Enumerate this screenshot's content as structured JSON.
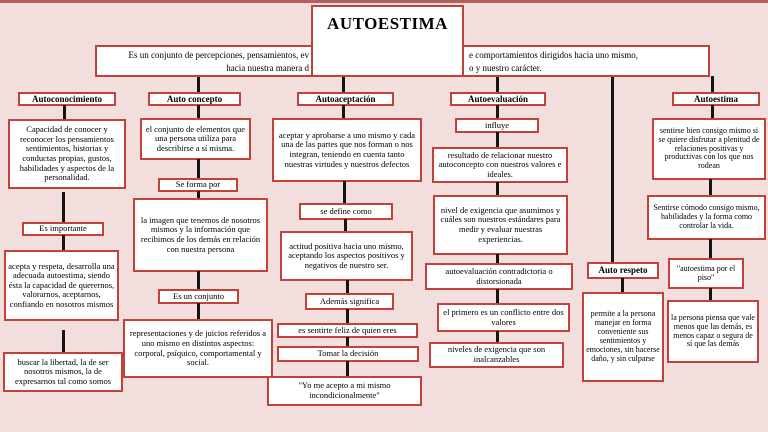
{
  "theme": {
    "background_color": "#f3dede",
    "box_border_color": "#c2413b",
    "top_bar_color": "#b4605c",
    "connector_color": "#141414",
    "box_fill_color": "#ffffff"
  },
  "title": "AUTOESTIMA",
  "definition": {
    "l1_left": "Es un conjunto de percepciones, pensamientos, ev",
    "l1_right": "e comportamientos dirigidos hacia uno mismo,",
    "l2_left": "hacia nuestra manera d",
    "l2_right": "o y nuestro carácter."
  },
  "col_autoconocimiento": {
    "header": "Autoconocimiento",
    "body1": "Capacidad de conocer y reconocer los pensamientos sentimientos, historias y conductas propias, gustos, habilidades y aspectos de la personalidad.",
    "subheader1": "Es importante",
    "body2": "acepta y respeta, desarrolla una adecuada autoestima, siendo ésta la capacidad de querernos, valorarnos, aceptarnos, confiando en nosotros mismos",
    "body3": "buscar la libertad, la de ser nosotros mismos, la de expresarnos tal como somos"
  },
  "col_autoconcepto": {
    "header": "Auto concepto",
    "body1": "el conjunto de elementos que una persona utiliza para describirse a sí misma.",
    "subheader1": "Se forma por",
    "body2": "la imagen que tenemos de nosotros mismos y la información que recibimos de los demás en relación con nuestra persona",
    "subheader2": "Es un conjunto",
    "body3": "representaciones y de juicios referidos a uno mismo en distintos aspectos: corporal, psíquico, comportamental y social."
  },
  "col_autoaceptacion": {
    "header": "Autoaceptación",
    "body1": "aceptar y aprobarse a uno mismo y cada una de las partes que nos forman o nos integran, teniendo en cuenta tanto nuestras virtudes y nuestros defectos",
    "subheader1": "se define como",
    "body2": "actitud positiva hacia uno mismo, aceptando los aspectos positivos y negativos de nuestro ser.",
    "subheader2": "Además significa",
    "body3": "es sentirte feliz de quien eres",
    "subheader3": "Tomar la decisión",
    "body4": "\"Yo me acepto a mi mismo incondicionalmente\""
  },
  "col_autoevaluacion": {
    "header": "Autoevaluación",
    "subheader1": "influye",
    "body1": "resultado de relacionar nuestro autoconcepto con nuestros valores e ideales.",
    "body2": "nivel de exigencia que asumimos y cuáles son nuestros estándares para medir y evaluar  nuestras experiencias.",
    "body3": "autoevaluación contradictoria o distorsionada",
    "body4": "el primero es un conflicto entre dos valores",
    "body5": "niveles de exigencia que son inalcanzables"
  },
  "col_autorespeto": {
    "header": "Auto respeto",
    "body1": "permite a la persona  manejar en forma conveniente sus sentimientos y emociones, sin hacerse daño, y sin culparse"
  },
  "col_autoestima": {
    "header": "Autoestima",
    "body1": "sentirse bien consigo mismo si se quiere disfrutar a plenitud de  relaciones positivas y productivas con los que nos rodean",
    "body2": "Sentirse cómodo consigo mismo, habilidades y la forma como controlar la vida.",
    "subheader1": "\"autoestima por el piso\"",
    "body3": "la persona piensa que vale menos que las demás, es menos capaz o segura de sí que las demás"
  }
}
